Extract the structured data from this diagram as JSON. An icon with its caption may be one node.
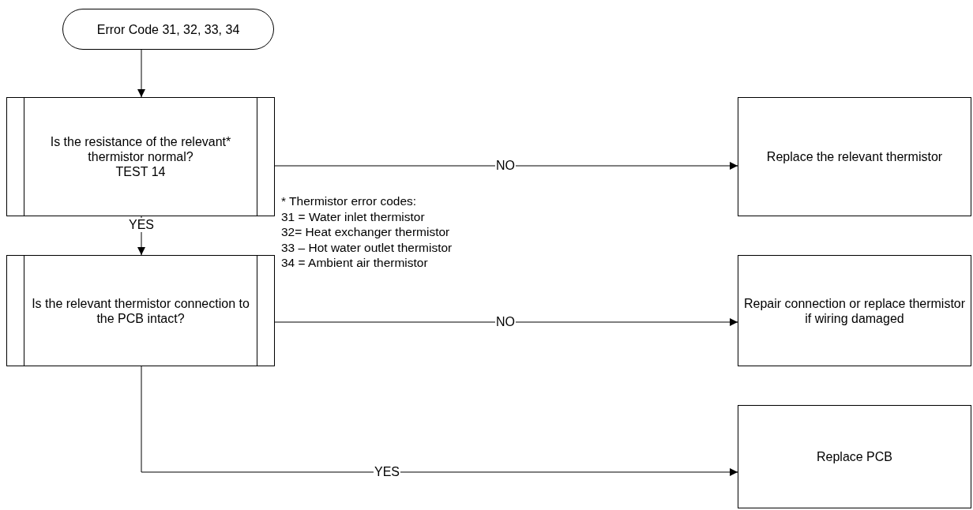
{
  "diagram": {
    "nodes": [
      {
        "text": [
          "Error Code 31, 32, 33, 34"
        ]
      },
      {
        "text": [
          "Is the resistance of the relevant* thermistor normal?",
          "TEST 14"
        ]
      },
      {
        "text": [
          "Replace the relevant thermistor"
        ]
      },
      {
        "text": [
          "Is the relevant thermistor connection to the PCB intact?"
        ]
      },
      {
        "text": [
          "Repair connection or replace thermistor if wiring damaged"
        ]
      },
      {
        "text": [
          "Replace PCB"
        ]
      }
    ],
    "edges": [
      {
        "from": 0,
        "to": 1,
        "arrow": "to"
      },
      {
        "from": 1,
        "to": 2,
        "arrow": "to",
        "label": "NO"
      },
      {
        "from": 1,
        "to": 3,
        "arrow": "to",
        "label": "YES"
      },
      {
        "from": 3,
        "to": 4,
        "arrow": "to",
        "label": "NO"
      },
      {
        "from": 3,
        "to": 5,
        "arrow": "to",
        "label": "YES"
      }
    ],
    "labels": [
      "* Thermistor error codes:",
      "31 = Water inlet thermistor",
      "32= Heat exchanger thermistor",
      "33 – Hot water outlet thermistor",
      "34 = Ambient air thermistor"
    ]
  }
}
